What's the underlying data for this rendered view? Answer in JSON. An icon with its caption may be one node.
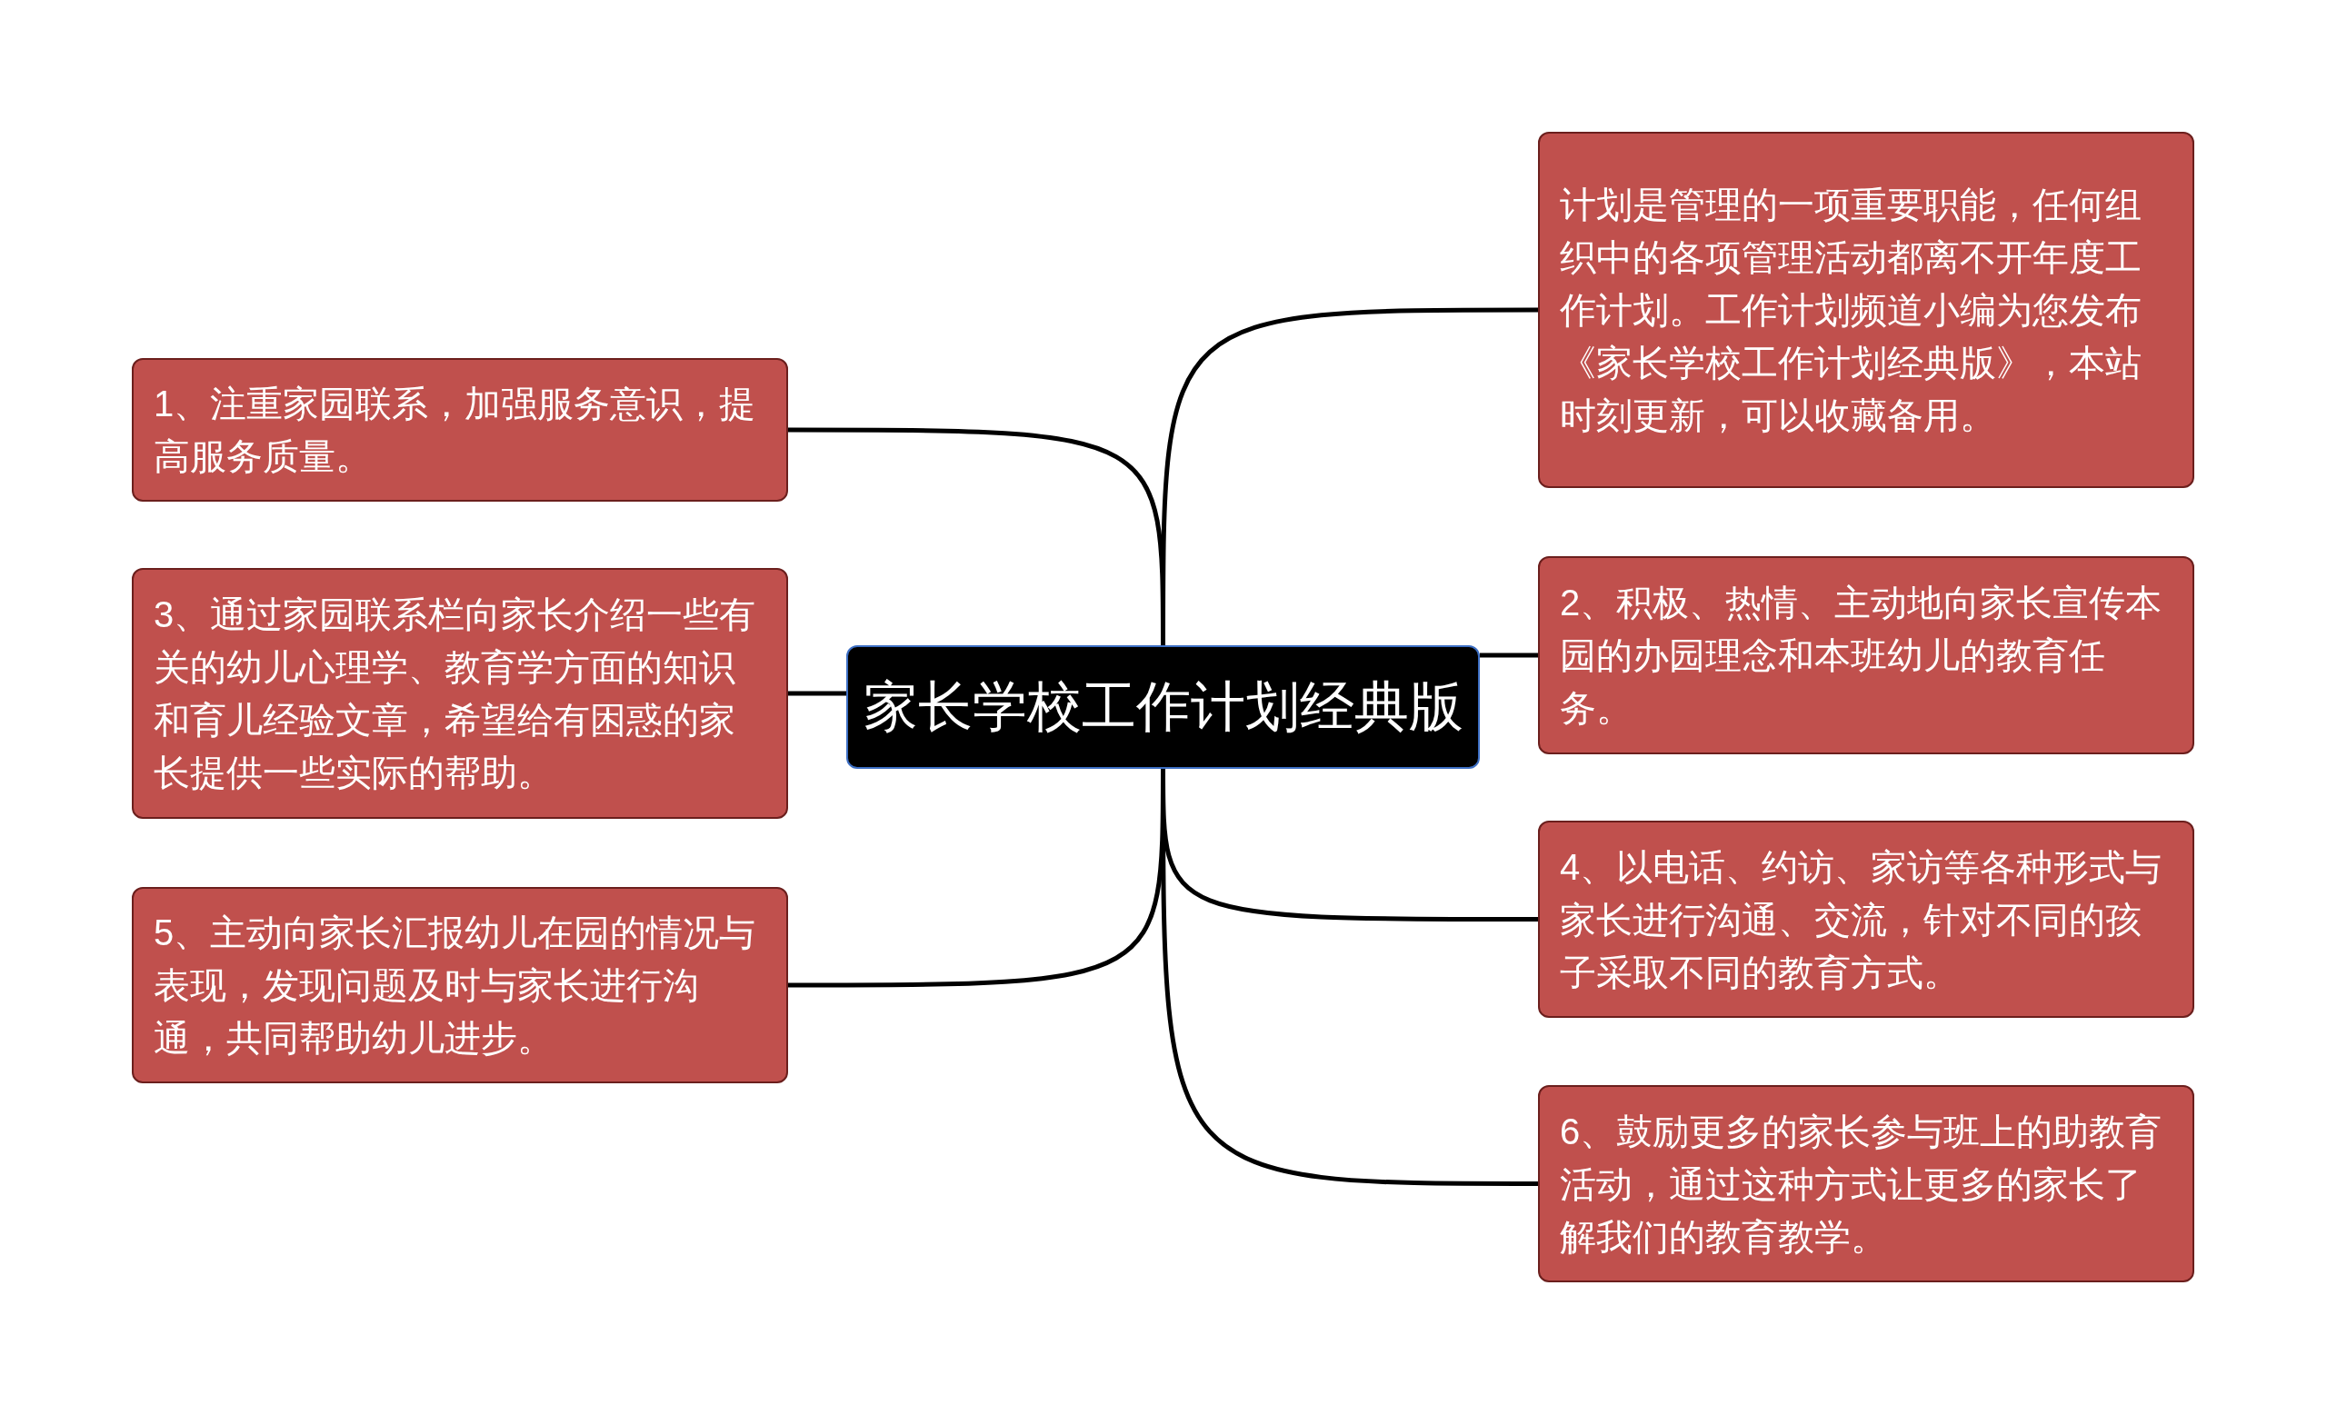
{
  "diagram": {
    "nodes": [
      {
        "text": [
          "家长学校工作计划经典版"
        ]
      },
      {
        "text": [
          "计划是管理的一项重要职能，任何组织中的各项管理活动都离不开年度工作计划。工作计划频道小编为您发布《家长学校工作计划经典版》，本站时刻更新，可以收藏备用。"
        ]
      },
      {
        "text": [
          "1、注重家园联系，加强服务意识，提高服务质量。"
        ]
      },
      {
        "text": [
          "2、积极、热情、主动地向家长宣传本园的办园理念和本班幼儿的教育任务。"
        ]
      },
      {
        "text": [
          "3、通过家园联系栏向家长介绍一些有关的幼儿心理学、教育学方面的知识和育儿经验文章，希望给有困惑的家长提供一些实际的帮助。"
        ]
      },
      {
        "text": [
          "4、以电话、约访、家访等各种形式与家长进行沟通、交流，针对不同的孩子采取不同的教育方式。"
        ]
      },
      {
        "text": [
          "5、主动向家长汇报幼儿在园的情况与表现，发现问题及时与家长进行沟通，共同帮助幼儿进步。"
        ]
      },
      {
        "text": [
          "6、鼓励更多的家长参与班上的助教育活动，通过这种方式让更多的家长了解我们的教育教学。"
        ]
      }
    ],
    "edges": [
      {
        "from": 0,
        "to": 1,
        "arrow": "none"
      },
      {
        "from": 0,
        "to": 2,
        "arrow": "none"
      },
      {
        "from": 0,
        "to": 3,
        "arrow": "none"
      },
      {
        "from": 0,
        "to": 4,
        "arrow": "none"
      },
      {
        "from": 0,
        "to": 5,
        "arrow": "none"
      },
      {
        "from": 0,
        "to": 6,
        "arrow": "none"
      },
      {
        "from": 0,
        "to": 7,
        "arrow": "none"
      }
    ]
  }
}
